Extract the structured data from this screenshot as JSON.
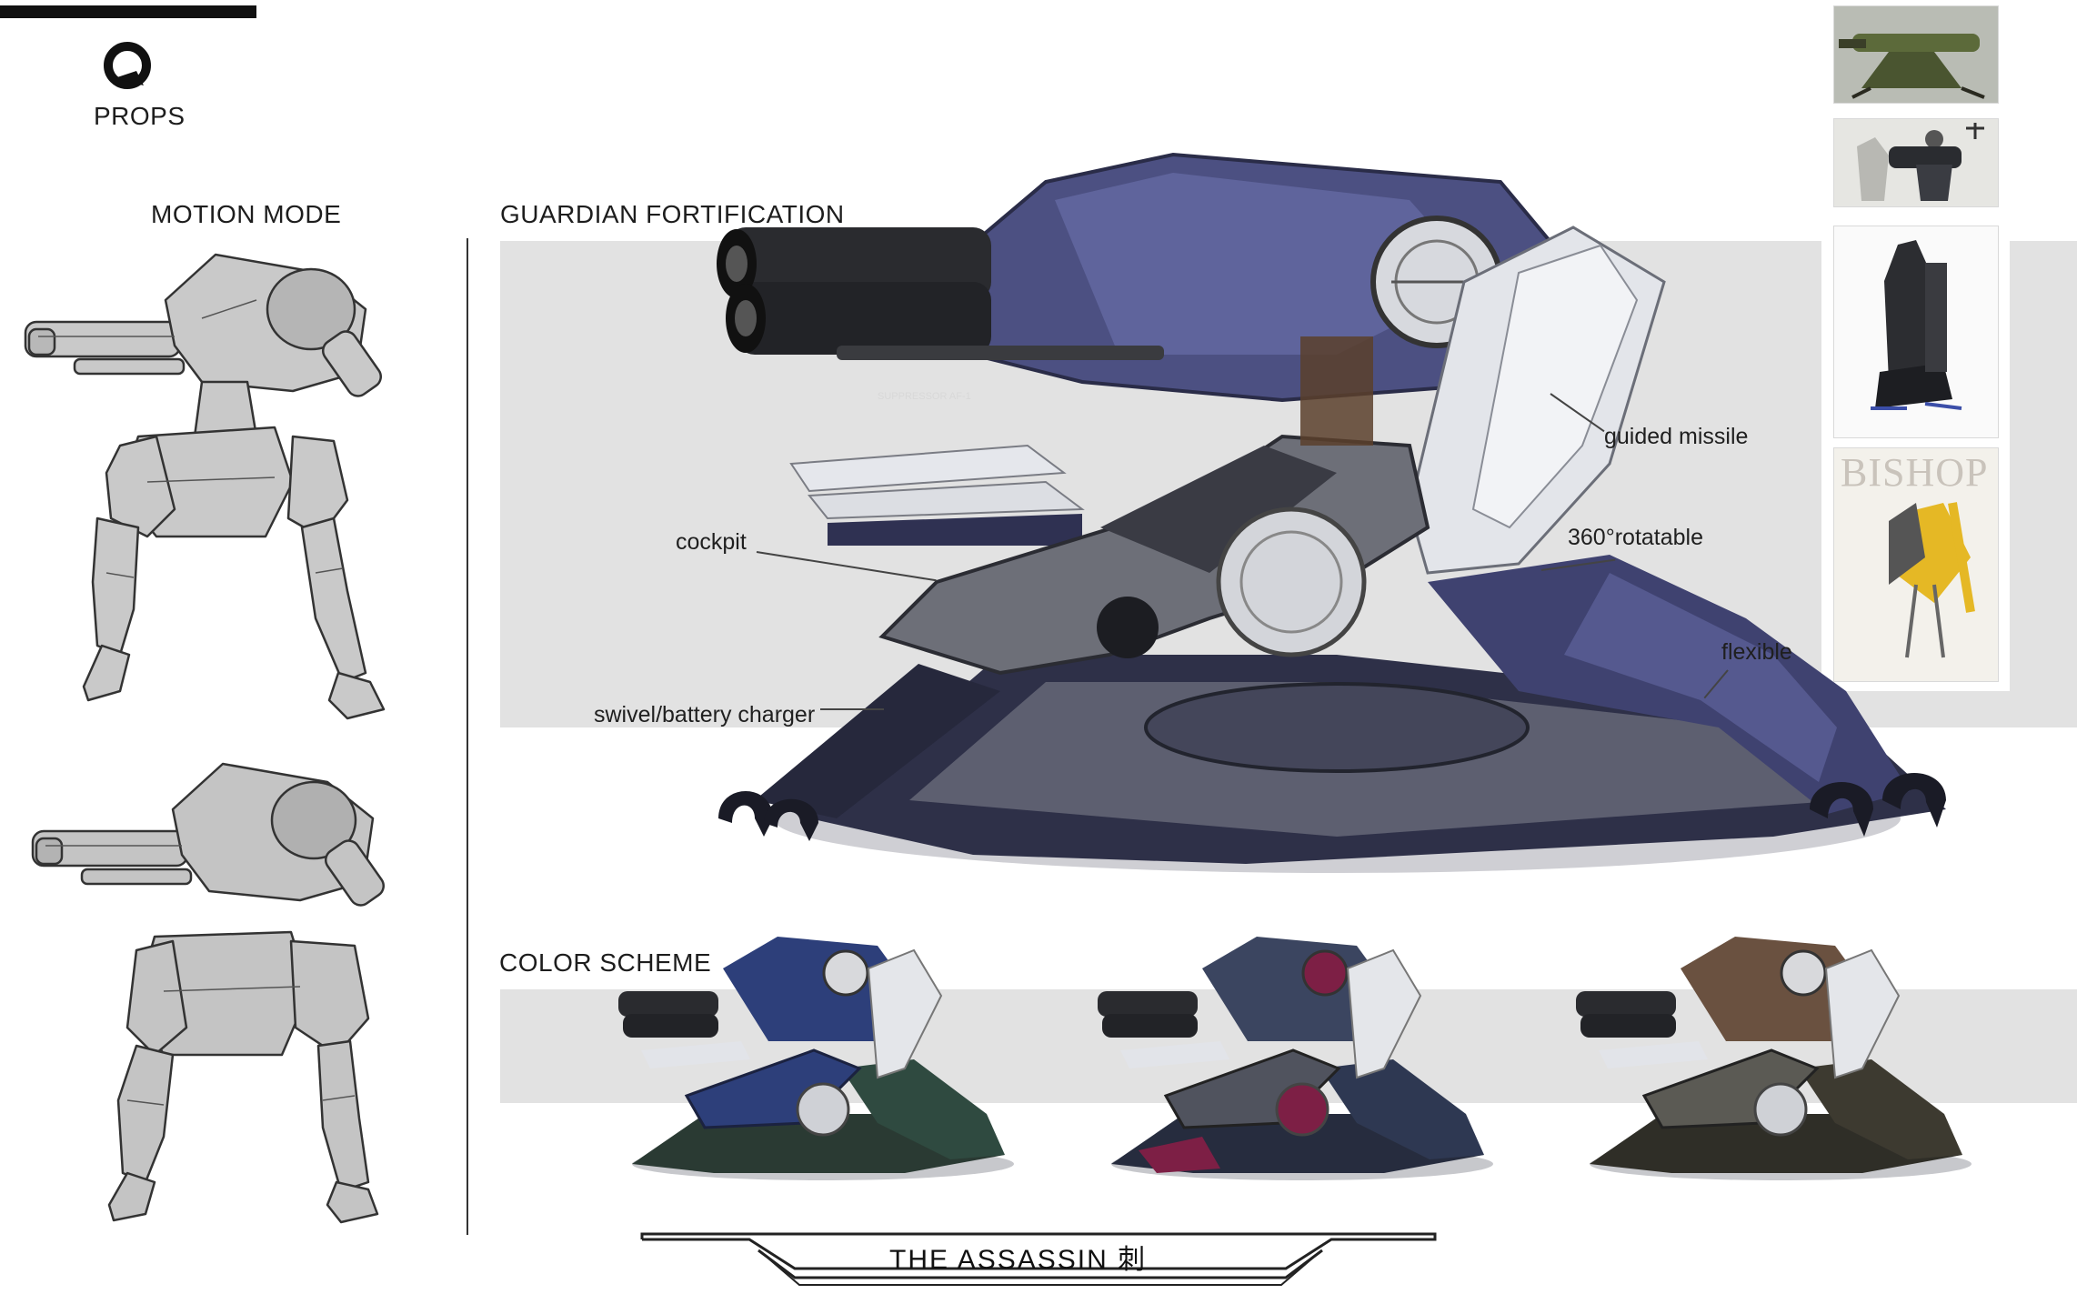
{
  "header": {
    "section_label": "PROPS",
    "logo_icon": "ring-logo-icon"
  },
  "motion_mode": {
    "title": "MOTION MODE"
  },
  "guardian": {
    "title": "GUARDIAN FORTIFICATION",
    "callouts": {
      "cockpit": "cockpit",
      "swivel": "swivel/battery charger",
      "guided_missile": "guided missile",
      "rotatable": "360°rotatable",
      "flexible": "flexible"
    },
    "barrel_stencil": "SUPPRESSOR AF-1"
  },
  "color_scheme": {
    "title": "COLOR SCHEME",
    "variants": [
      {
        "armor": "#2f4a40",
        "accent": "#2d3f7a"
      },
      {
        "armor": "#2e3852",
        "accent": "#7d1f45"
      },
      {
        "armor": "#3d3a30",
        "accent": "#6a5140"
      }
    ]
  },
  "references": {
    "poster_text": "BISHOP"
  },
  "footer": {
    "title": "THE ASSASSIN 刺"
  },
  "colors": {
    "band": "#e2e2e2",
    "armor_main": "#4a4f80",
    "armor_dark": "#262842",
    "metal": "#8a8c92",
    "missile": "#e8eaee"
  }
}
